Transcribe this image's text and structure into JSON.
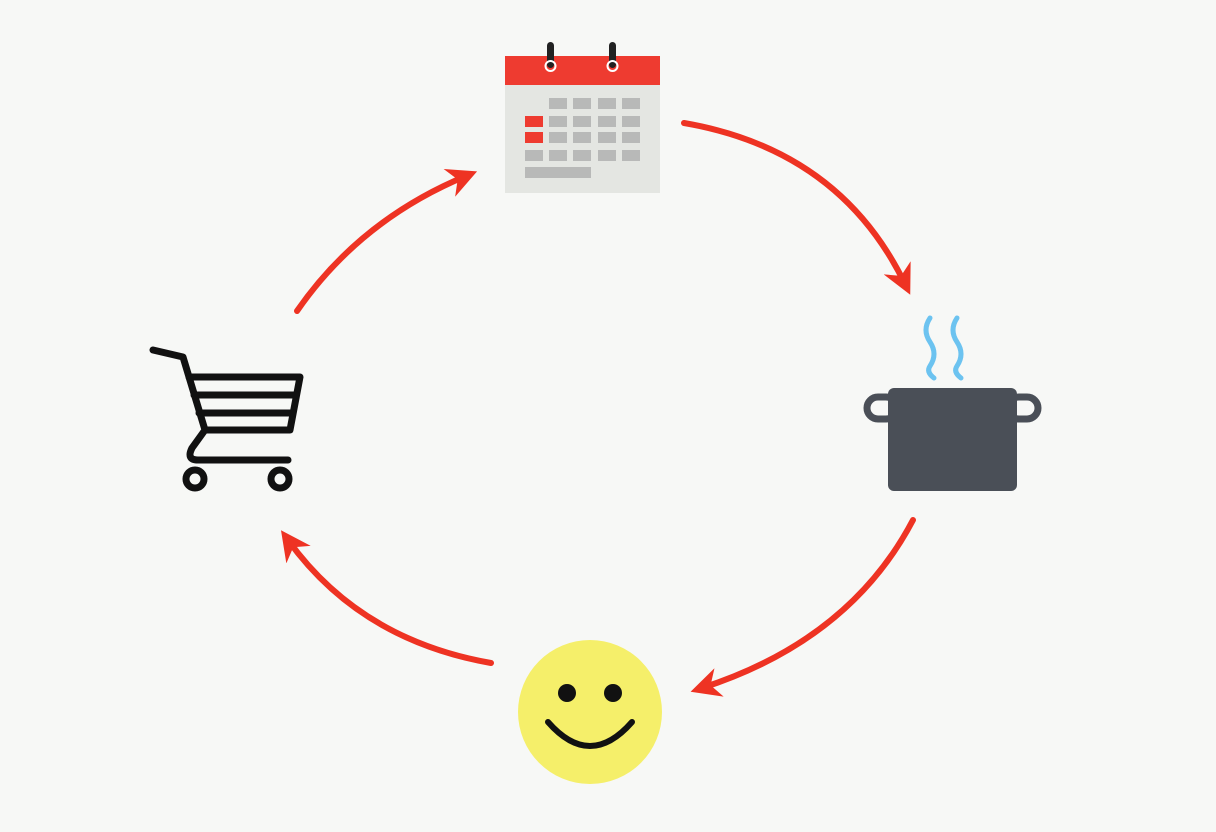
{
  "diagram": {
    "type": "cycle",
    "nodes": [
      {
        "id": "calendar",
        "icon": "calendar-icon"
      },
      {
        "id": "cooking-pot",
        "icon": "cooking-pot-icon"
      },
      {
        "id": "smiley",
        "icon": "smiley-face-icon"
      },
      {
        "id": "shopping-cart",
        "icon": "shopping-cart-icon"
      }
    ],
    "edges": [
      {
        "from": "calendar",
        "to": "cooking-pot"
      },
      {
        "from": "cooking-pot",
        "to": "smiley"
      },
      {
        "from": "smiley",
        "to": "shopping-cart"
      },
      {
        "from": "shopping-cart",
        "to": "calendar"
      }
    ]
  },
  "colors": {
    "background": "#f7f8f6",
    "arrow": "#ee3323",
    "calendar_header": "#ee3b30",
    "calendar_body": "#e4e6e2",
    "calendar_cell": "#b8b9b8",
    "calendar_highlight": "#ee3b30",
    "pot": "#4a4f57",
    "steam": "#6cc3f0",
    "smiley": "#f5ef6a",
    "cart": "#111111"
  }
}
